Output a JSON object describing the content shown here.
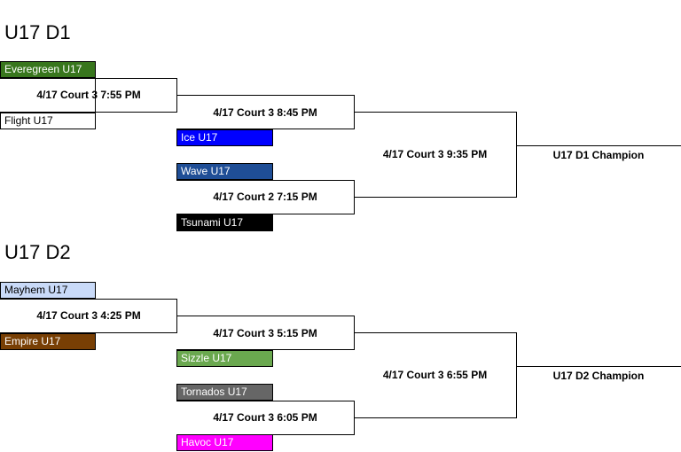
{
  "divisions": [
    {
      "title": "U17 D1",
      "round1": {
        "top_team": {
          "name": "Everegreen U17",
          "bg": "#38761d",
          "fg": "#ffffff"
        },
        "game": "4/17 Court 3 7:55 PM",
        "bottom_team": {
          "name": "Flight U17",
          "bg": "#ffffff",
          "fg": "#000000"
        }
      },
      "semi1": {
        "game": "4/17 Court 3 8:45 PM",
        "bottom_team": {
          "name": "Ice U17",
          "bg": "#0000ff",
          "fg": "#ffffff"
        }
      },
      "semi2": {
        "top_team": {
          "name": "Wave U17",
          "bg": "#1f4e96",
          "fg": "#ffffff"
        },
        "game": "4/17 Court 2 7:15 PM",
        "bottom_team": {
          "name": "Tsunami U17",
          "bg": "#000000",
          "fg": "#ffffff"
        }
      },
      "final": {
        "game": "4/17 Court 3 9:35 PM"
      },
      "champion": "U17 D1 Champion"
    },
    {
      "title": "U17 D2",
      "round1": {
        "top_team": {
          "name": "Mayhem U17",
          "bg": "#c9daf8",
          "fg": "#000000"
        },
        "game": "4/17 Court 3 4:25 PM",
        "bottom_team": {
          "name": "Empire U17",
          "bg": "#783f04",
          "fg": "#ffffff"
        }
      },
      "semi1": {
        "game": "4/17 Court 3 5:15 PM",
        "bottom_team": {
          "name": "Sizzle U17",
          "bg": "#6aa84f",
          "fg": "#ffffff"
        }
      },
      "semi2": {
        "top_team": {
          "name": "Tornados U17",
          "bg": "#666666",
          "fg": "#ffffff"
        },
        "game": "4/17 Court 3 6:05 PM",
        "bottom_team": {
          "name": "Havoc U17",
          "bg": "#ff00ff",
          "fg": "#ffffff"
        }
      },
      "final": {
        "game": "4/17 Court 3 6:55 PM"
      },
      "champion": "U17 D2 Champion"
    }
  ]
}
